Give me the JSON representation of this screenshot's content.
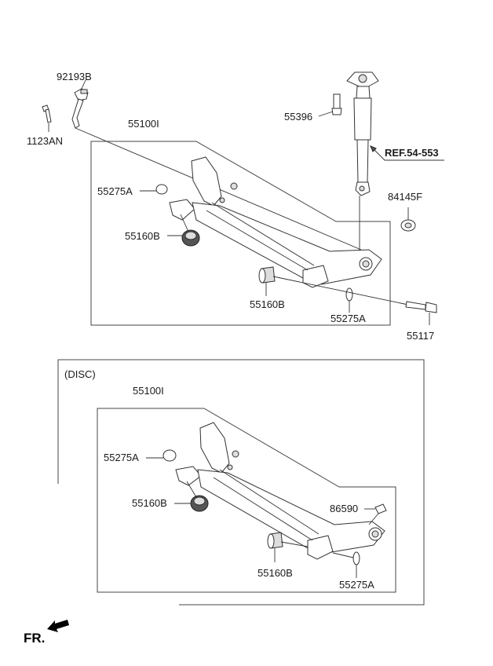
{
  "labels": {
    "p92193B": "92193B",
    "p1123AN": "1123AN",
    "p55100I_top": "55100I",
    "p55396": "55396",
    "ref": "REF.54-553",
    "p84145F": "84145F",
    "p55275A_top_left": "55275A",
    "p55160B_top_left": "55160B",
    "p55160B_top_right": "55160B",
    "p55275A_top_right": "55275A",
    "p55117": "55117",
    "disc": "(DISC)",
    "p55100I_bottom": "55100I",
    "p55275A_bottom_left": "55275A",
    "p55160B_bottom_left": "55160B",
    "p86590": "86590",
    "p55160B_bottom_right": "55160B",
    "p55275A_bottom_right": "55275A",
    "fr": "FR."
  },
  "icons": [
    "arrow-left-icon"
  ]
}
